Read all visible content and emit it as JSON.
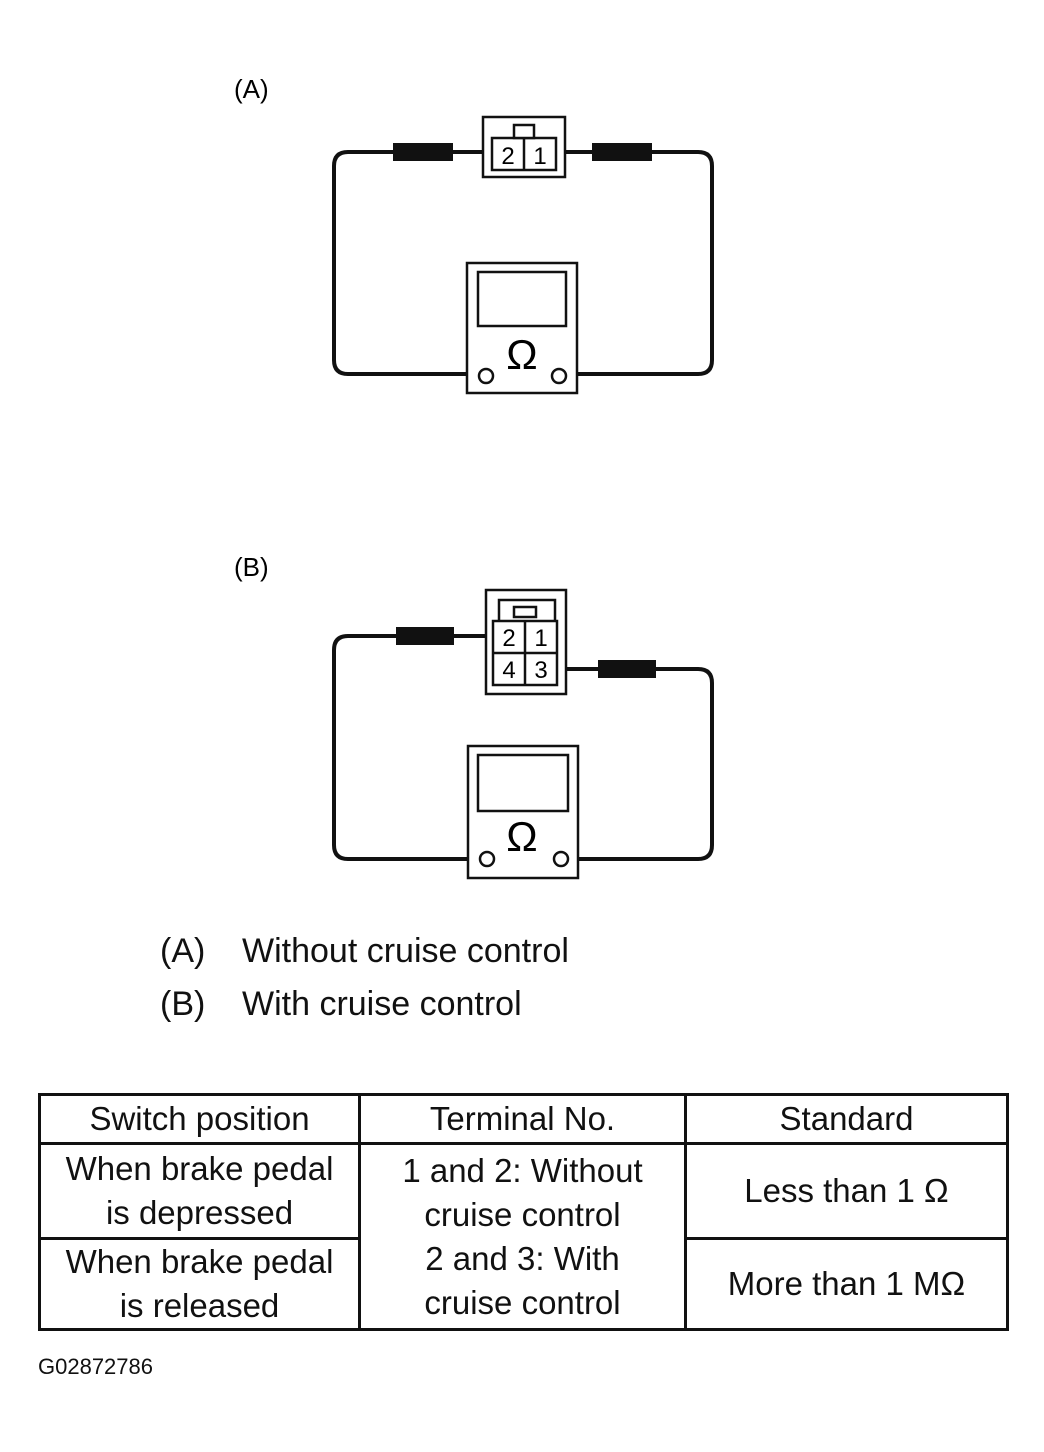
{
  "diagram_a": {
    "label": "(A)",
    "pins": [
      "2",
      "1"
    ],
    "meter_symbol": "Ω"
  },
  "diagram_b": {
    "label": "(B)",
    "pins_top": [
      "2",
      "1"
    ],
    "pins_bottom": [
      "4",
      "3"
    ],
    "meter_symbol": "Ω"
  },
  "legend": [
    {
      "tag": "(A)",
      "text": "Without cruise control"
    },
    {
      "tag": "(B)",
      "text": "With cruise control"
    }
  ],
  "table": {
    "headers": [
      "Switch position",
      "Terminal No.",
      "Standard"
    ],
    "rows": [
      {
        "position": [
          "When brake pedal",
          "is depressed"
        ],
        "standard": "Less than 1 Ω"
      },
      {
        "position": [
          "When brake pedal",
          "is released"
        ],
        "standard": "More than 1 MΩ"
      }
    ],
    "terminal": [
      "1 and 2: Without",
      "cruise control",
      "2 and 3: With",
      "cruise control"
    ]
  },
  "figure_id": "G02872786"
}
